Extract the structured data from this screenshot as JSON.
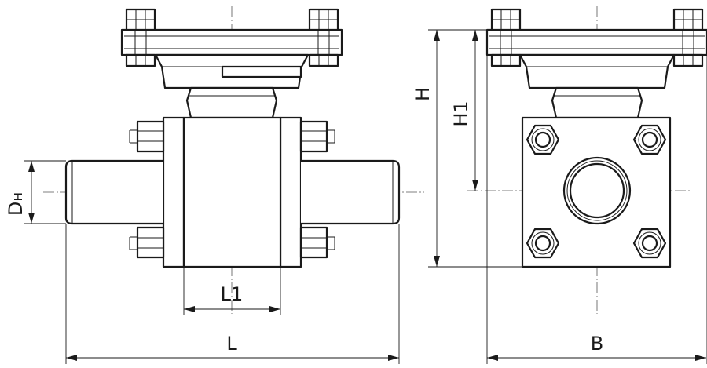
{
  "labels": {
    "outer_diameter_main": "D",
    "outer_diameter_sub": "н",
    "length": "L",
    "body_length": "L1",
    "height": "H",
    "height_to_axis": "H1",
    "width": "B"
  }
}
